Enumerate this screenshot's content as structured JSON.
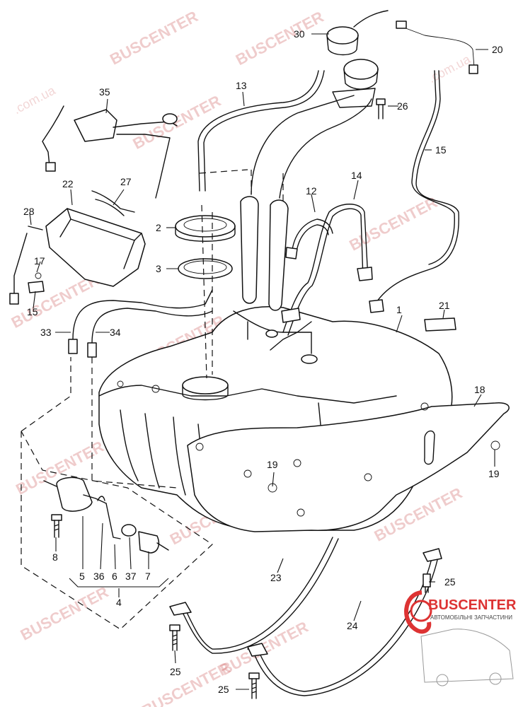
{
  "watermark": {
    "text": "BUSCENTER",
    "suffix": ".com.ua"
  },
  "logo": {
    "brand": "BUSCENTER",
    "tagline": "АВТОМОБІЛЬНІ ЗАПЧАСТИНИ"
  },
  "callouts": {
    "c1": "1",
    "c2": "2",
    "c3": "3",
    "c4": "4",
    "c5": "5",
    "c6": "6",
    "c7": "7",
    "c8": "8",
    "c12": "12",
    "c13": "13",
    "c14": "14",
    "c15a": "15",
    "c15b": "15",
    "c17": "17",
    "c18": "18",
    "c19a": "19",
    "c19b": "19",
    "c20": "20",
    "c21": "21",
    "c22": "22",
    "c23": "23",
    "c24": "24",
    "c25a": "25",
    "c25b": "25",
    "c25c": "25",
    "c26": "26",
    "c27": "27",
    "c28": "28",
    "c30": "30",
    "c33": "33",
    "c34": "34",
    "c35": "35",
    "c36": "36",
    "c37": "37"
  }
}
